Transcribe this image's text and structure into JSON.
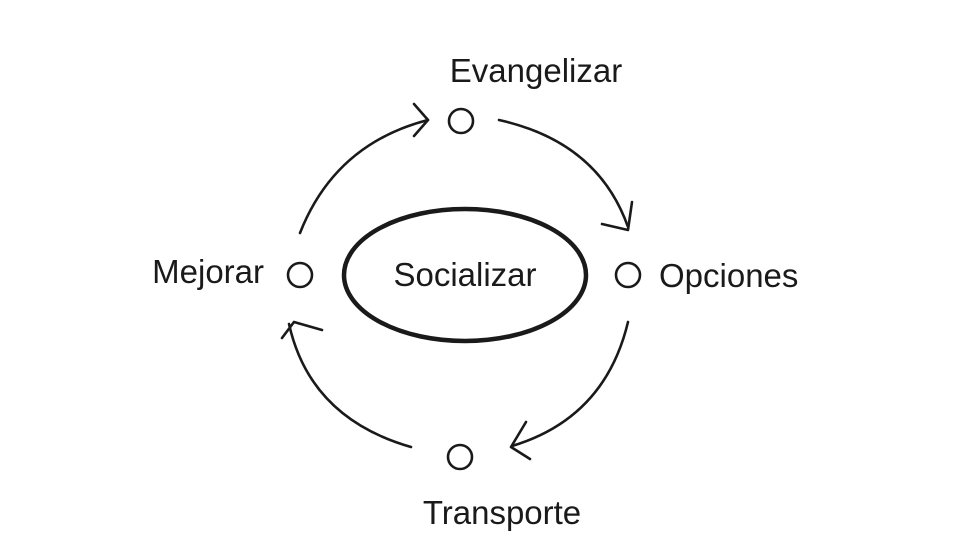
{
  "diagram": {
    "center": {
      "label": "Socializar"
    },
    "nodes": [
      {
        "id": "evangelizar",
        "label": "Evangelizar"
      },
      {
        "id": "opciones",
        "label": "Opciones"
      },
      {
        "id": "transporte",
        "label": "Transporte"
      },
      {
        "id": "mejorar",
        "label": "Mejorar"
      }
    ],
    "edges": [
      {
        "from": "evangelizar",
        "to": "opciones"
      },
      {
        "from": "opciones",
        "to": "transporte"
      },
      {
        "from": "transporte",
        "to": "mejorar"
      },
      {
        "from": "mejorar",
        "to": "evangelizar"
      }
    ],
    "colors": {
      "stroke": "#1a1a1a",
      "background": "#ffffff"
    }
  }
}
